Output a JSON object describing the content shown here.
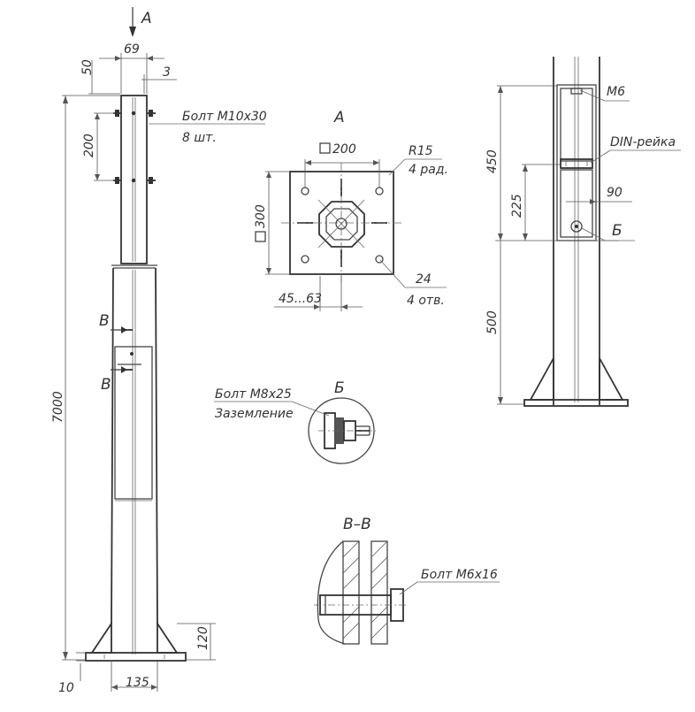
{
  "views": {
    "view_a_arrow": "А",
    "view_a_title": "А",
    "view_b_title": "Б",
    "view_b_label": "Б",
    "section_v_upper": "В",
    "section_v_lower": "В",
    "section_vv_title": "В–В"
  },
  "callouts": {
    "bolt_m10": "Болт М10х30",
    "bolt_m10_qty": "8 шт.",
    "bolt_m8": "Болт М8х25",
    "grounding": "Заземление",
    "bolt_m6x16": "Болт М6х16",
    "m6": "М6",
    "din_rail": "DIN-рейка",
    "r15": "R15",
    "r15_qty": "4 рад.",
    "holes": "24",
    "holes_qty": "4 отв."
  },
  "dimensions": {
    "top_width": "69",
    "top_offset": "50",
    "top_gap": "3",
    "bolt_spacing": "200",
    "total_height": "7000",
    "base_height": "120",
    "base_thickness": "10",
    "base_width": "135",
    "plate_width": "200",
    "plate_height": "300",
    "slot_range": "45...63",
    "side_450": "450",
    "side_225": "225",
    "side_90": "90",
    "side_500": "500"
  }
}
